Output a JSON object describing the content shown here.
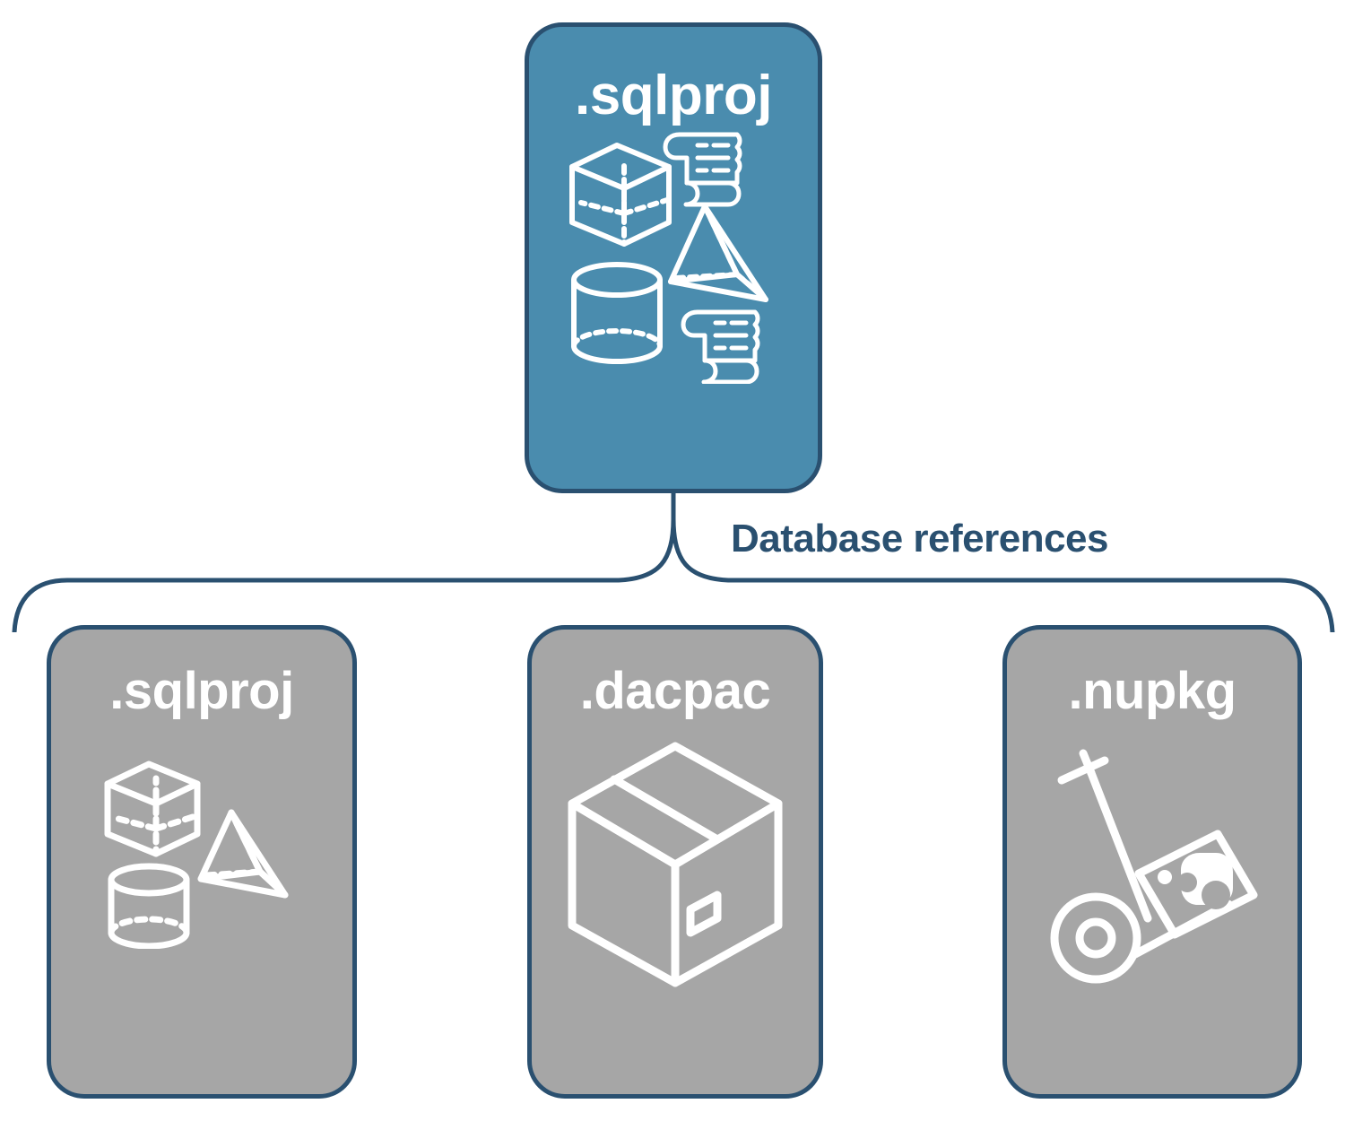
{
  "diagram": {
    "title_node": {
      "label": ".sqlproj",
      "role": "project",
      "fill_color": "#4a8cae",
      "border_color": "#2a5070",
      "icons": [
        "cube-icon",
        "pyramid-icon",
        "cylinder-icon",
        "scroll-icon",
        "scroll-icon"
      ]
    },
    "connector": {
      "label": "Database references",
      "label_color": "#2a5070",
      "style": "curly-bracket"
    },
    "reference_nodes": [
      {
        "label": ".sqlproj",
        "fill_color": "#a6a6a6",
        "border_color": "#2a5070",
        "icons": [
          "cube-icon",
          "pyramid-icon",
          "cylinder-icon"
        ]
      },
      {
        "label": ".dacpac",
        "fill_color": "#a6a6a6",
        "border_color": "#2a5070",
        "icons": [
          "package-box-icon"
        ]
      },
      {
        "label": ".nupkg",
        "fill_color": "#a6a6a6",
        "border_color": "#2a5070",
        "icons": [
          "hand-truck-icon",
          "nuget-package-icon"
        ]
      }
    ]
  }
}
